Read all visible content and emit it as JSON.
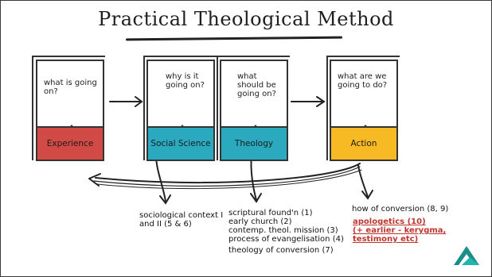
{
  "title": "Practical Theological Method",
  "colors": {
    "experience": "#d24a46",
    "social_science": "#2aa9bf",
    "theology": "#2aa9bf",
    "action": "#f7b924",
    "highlight": "#c0352f",
    "logo": "#1a8f8a"
  },
  "stages": [
    {
      "question": "what is going on?",
      "label": "Experience"
    },
    {
      "question": "why is it going on?",
      "label": "Social Science"
    },
    {
      "question": "what should be going on?",
      "label": "Theology"
    },
    {
      "question": "what are we going to do?",
      "label": "Action"
    }
  ],
  "notes": {
    "social_science": "sociological context I and II (5 & 6)",
    "theology": [
      "scriptural found'n (1)",
      "early church (2)",
      "contemp. theol. mission (3)",
      "process of evangelisation (4)",
      "theology of conversion (7)"
    ],
    "action": "how of conversion (8, 9)",
    "action_highlight": [
      "apologetics (10)",
      "(+ earlier - kerygma,",
      "testimony etc)"
    ]
  },
  "logo_icon": "mountain-logo-icon"
}
